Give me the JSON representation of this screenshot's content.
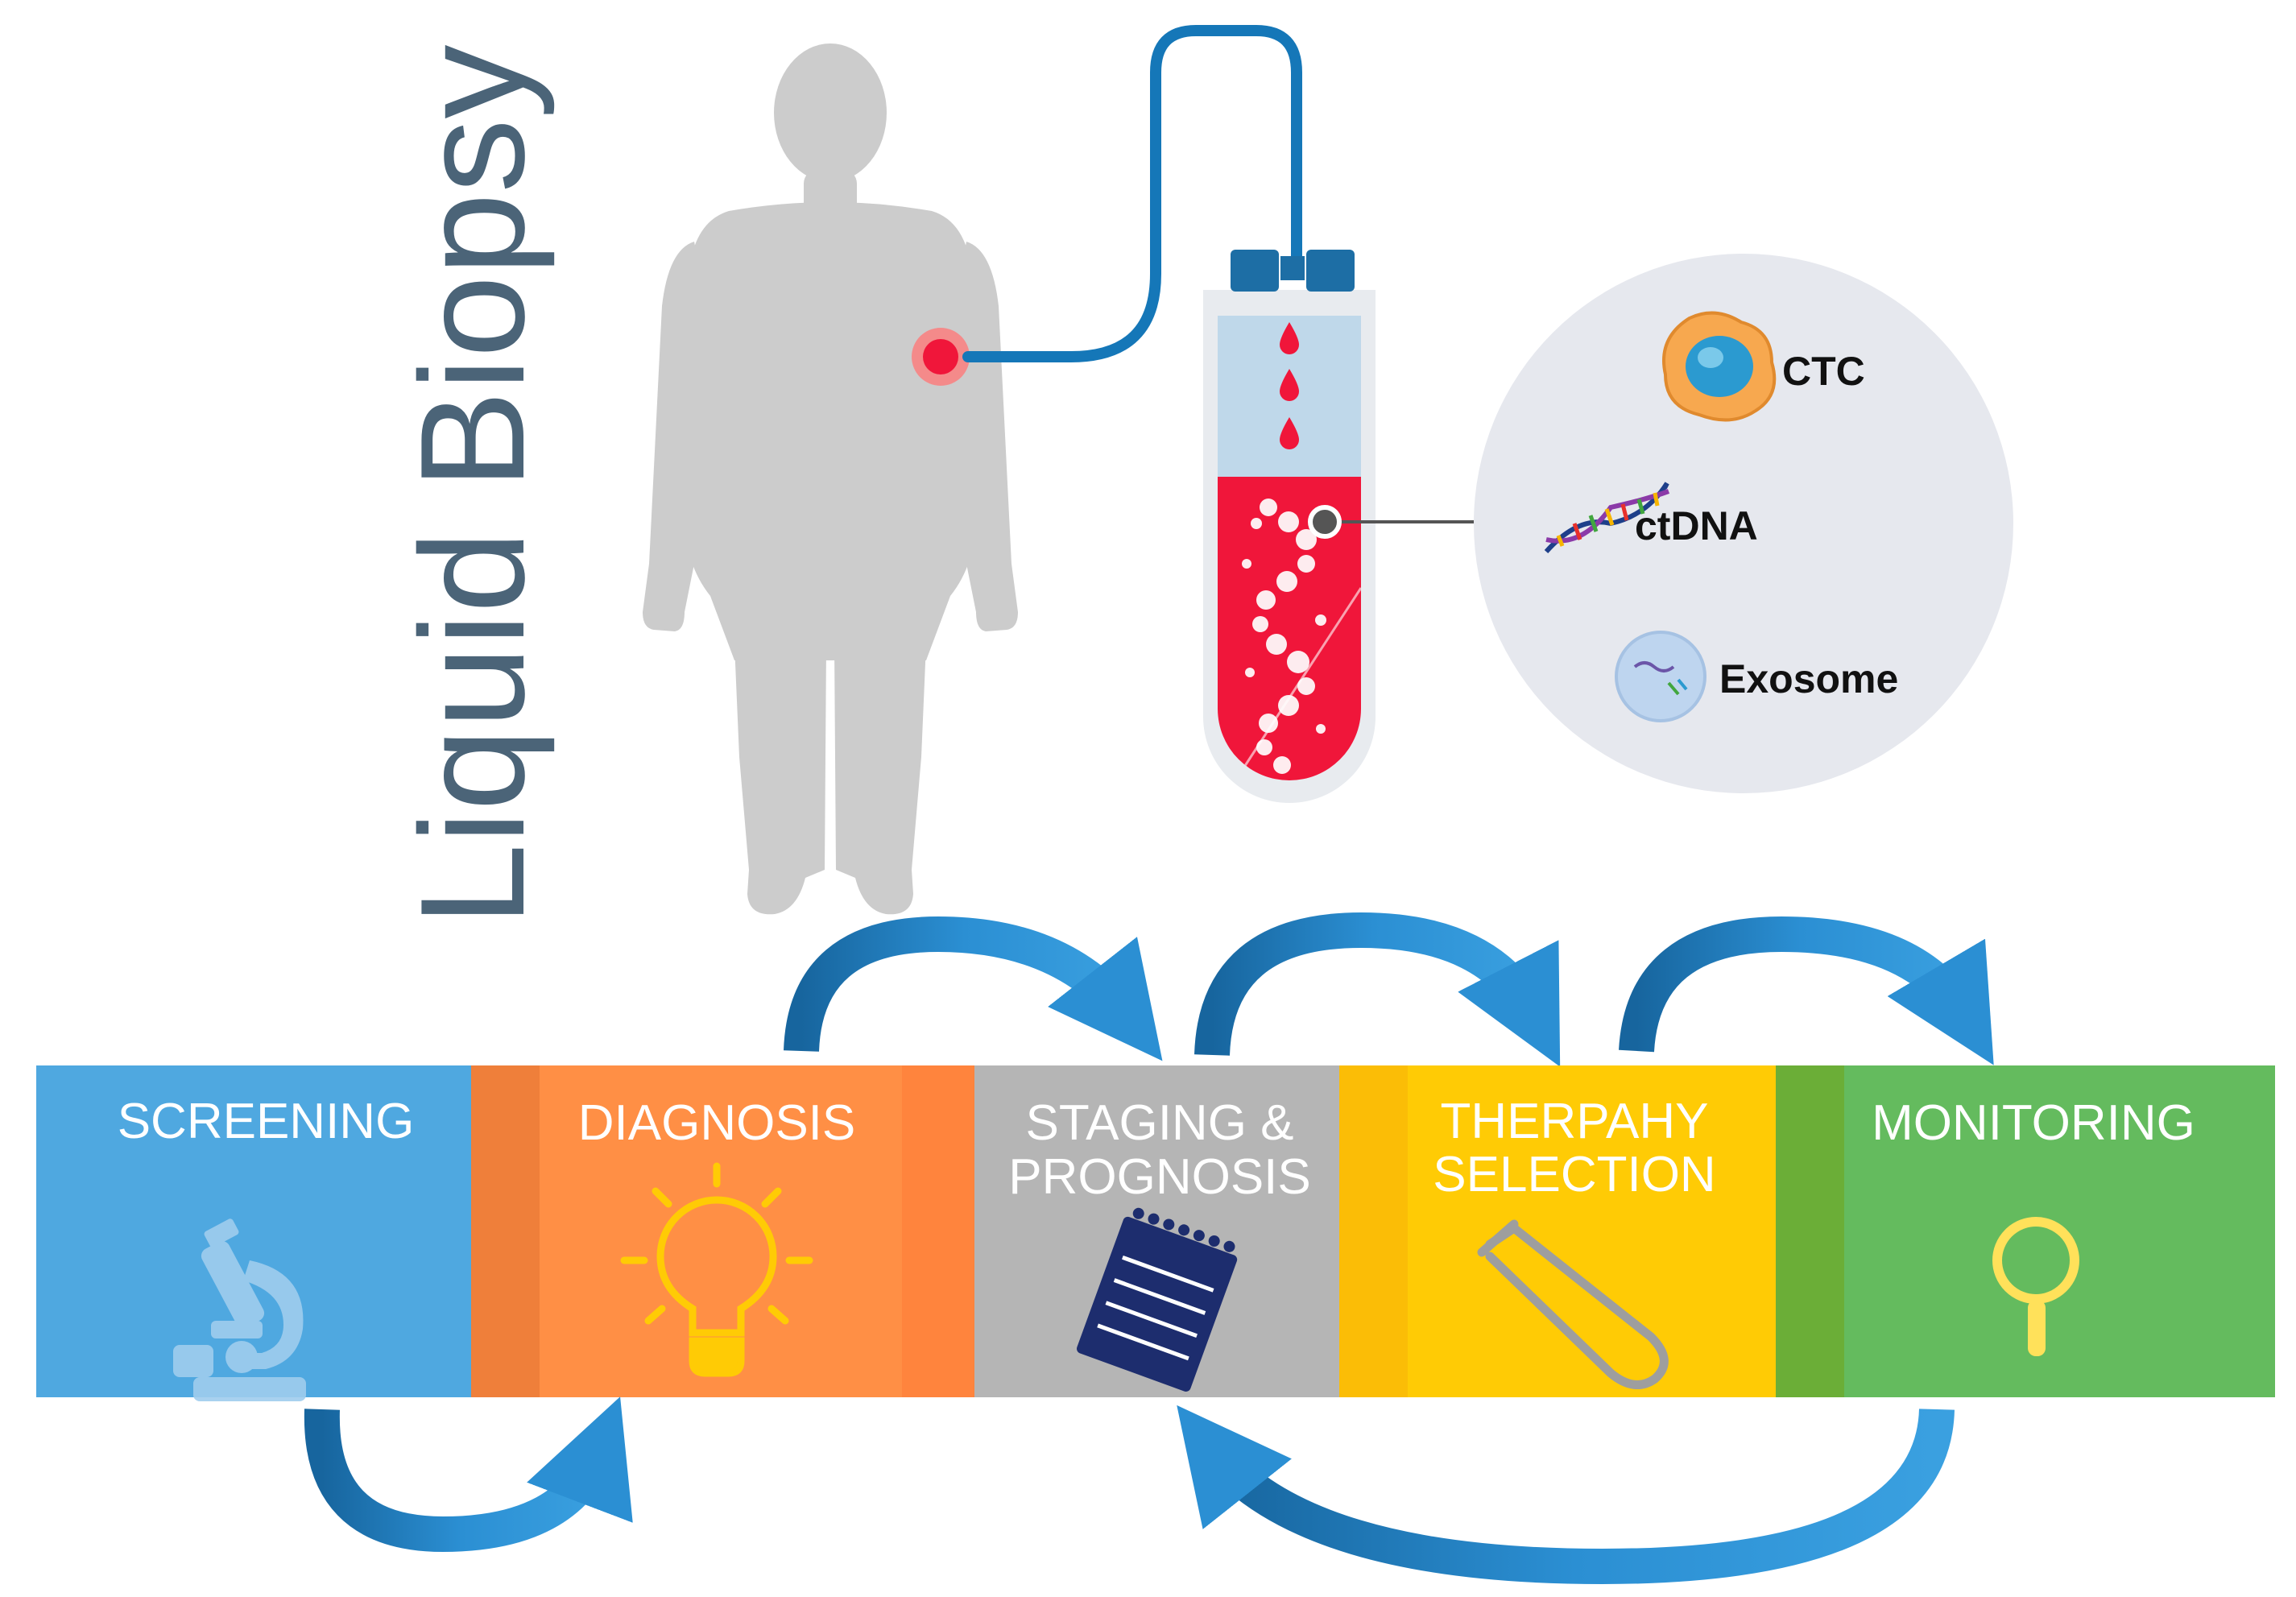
{
  "title": "Liquid Biopsy",
  "biomarkers": [
    {
      "label": "CTC",
      "icon": "cell-icon"
    },
    {
      "label": "ctDNA",
      "icon": "dna-icon"
    },
    {
      "label": "Exosome",
      "icon": "exosome-icon"
    }
  ],
  "stages": [
    {
      "line1": "SCREENING",
      "line2": "",
      "icon": "microscope-icon",
      "color": "#4fa8e0"
    },
    {
      "line1": "DIAGNOSIS",
      "line2": "",
      "icon": "lightbulb-icon",
      "color": "#ff8f45"
    },
    {
      "line1": "STAGING &",
      "line2": "PROGNOSIS",
      "icon": "notepad-icon",
      "color": "#b5b5b5"
    },
    {
      "line1": "THERPAHY",
      "line2": "SELECTION",
      "icon": "test-tube-icon",
      "color": "#ffcb05"
    },
    {
      "line1": "MONITORING",
      "line2": "",
      "icon": "magnifier-icon",
      "color": "#64bb5e"
    }
  ],
  "colors": {
    "title": "#4b6478",
    "body_silhouette": "#cccccc",
    "blood": "#f0163a",
    "tube_line": "#1577b8",
    "cap": "#1d6ea5",
    "arrow": "#1e80c6",
    "bubble": "#e6e8ee"
  }
}
